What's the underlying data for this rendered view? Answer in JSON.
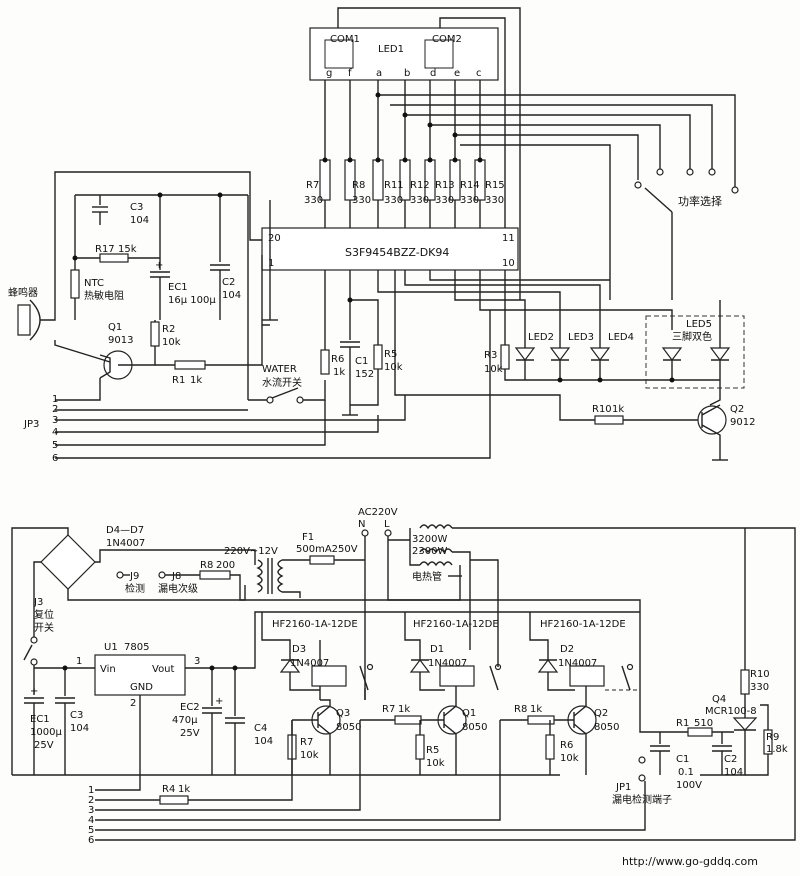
{
  "top_circuit": {
    "ic": {
      "name": "S3F9454BZZ-DK94",
      "pin20": "20",
      "pin11": "11",
      "pin1": "1",
      "pin10": "10"
    },
    "led1": {
      "name": "LED1",
      "com1": "COM1",
      "com2": "COM2",
      "pins": [
        "g",
        "f",
        "a",
        "b",
        "d",
        "e",
        "c"
      ]
    },
    "resistors_top": [
      {
        "name": "R7",
        "value": "330"
      },
      {
        "name": "R8",
        "value": "330"
      },
      {
        "name": "R11",
        "value": "330"
      },
      {
        "name": "R12",
        "value": "330"
      },
      {
        "name": "R13",
        "value": "330"
      },
      {
        "name": "R14",
        "value": "330"
      },
      {
        "name": "R15",
        "value": "330"
      }
    ],
    "c3": {
      "name": "C3",
      "value": "104"
    },
    "r17": {
      "name": "R17",
      "value": "15k"
    },
    "ntc": {
      "name": "NTC",
      "desc": "热敏电阻"
    },
    "ec1": {
      "name": "EC1",
      "value": "16μ 100μ"
    },
    "c2": {
      "name": "C2",
      "value": "104"
    },
    "buzzer": "蜂鸣器",
    "q1": {
      "name": "Q1",
      "value": "9013"
    },
    "r2": {
      "name": "R2",
      "value": "10k"
    },
    "r1": {
      "name": "R1",
      "value": "1k"
    },
    "water": {
      "name": "WATER",
      "desc": "水流开关"
    },
    "r6": {
      "name": "R6",
      "value": "1k"
    },
    "c1": {
      "name": "C1",
      "value": "152"
    },
    "r5": {
      "name": "R5",
      "value": "10k"
    },
    "r3": {
      "name": "R3",
      "value": "10k"
    },
    "leds": [
      "LED2",
      "LED3",
      "LED4"
    ],
    "led5": {
      "name": "LED5",
      "desc": "三脚双色"
    },
    "power_select": "功率选择",
    "r10": {
      "name": "R10",
      "value": "1k"
    },
    "q2": {
      "name": "Q2",
      "value": "9012"
    },
    "jp3": {
      "name": "JP3",
      "pins": [
        "1",
        "2",
        "3",
        "4",
        "5",
        "6"
      ]
    }
  },
  "bottom_circuit": {
    "bridge": {
      "name": "D4—D7",
      "value": "1N4007"
    },
    "transformer": "220V~12V",
    "f1": {
      "name": "F1",
      "value": "500mA250V"
    },
    "ac": {
      "name": "AC220V",
      "n": "N",
      "l": "L"
    },
    "heater": {
      "p1": "3200W",
      "p2": "2300W",
      "name": "电热管"
    },
    "j9": {
      "name": "J9",
      "desc": "检测"
    },
    "j8": {
      "name": "J8",
      "desc": "漏电次级"
    },
    "r8top": {
      "name": "R8",
      "value": "200"
    },
    "j3": {
      "name": "J3",
      "desc1": "复位",
      "desc2": "开关"
    },
    "u1": {
      "name": "U1",
      "value": "7805",
      "vin": "Vin",
      "vout": "Vout",
      "gnd": "GND",
      "p1": "1",
      "p2": "2",
      "p3": "3"
    },
    "ec1": {
      "name": "EC1",
      "value": "1000μ",
      "volt": "25V"
    },
    "c3": {
      "name": "C3",
      "value": "104"
    },
    "ec2": {
      "name": "EC2",
      "value": "470μ",
      "volt": "25V"
    },
    "c4": {
      "name": "C4",
      "value": "104"
    },
    "relays": [
      "HF2160-1A-12DE",
      "HF2160-1A-12DE",
      "HF2160-1A-12DE"
    ],
    "d3": {
      "name": "D3",
      "value": "1N4007"
    },
    "d1": {
      "name": "D1",
      "value": "1N4007"
    },
    "d2": {
      "name": "D2",
      "value": "1N4007"
    },
    "q3": {
      "name": "Q3",
      "value": "8050"
    },
    "q1": {
      "name": "Q1",
      "value": "8050"
    },
    "q2": {
      "name": "Q2",
      "value": "8050"
    },
    "r7": {
      "name": "R7",
      "value": "10k"
    },
    "r7b": {
      "name": "R7",
      "value": "1k"
    },
    "r5": {
      "name": "R5",
      "value": "10k"
    },
    "r8": {
      "name": "R8",
      "value": "1k"
    },
    "r6": {
      "name": "R6",
      "value": "10k"
    },
    "r4": {
      "name": "R4",
      "value": "1k"
    },
    "r10": {
      "name": "R10",
      "value": "330"
    },
    "q4": {
      "name": "Q4",
      "value": "MCR100-8"
    },
    "r1": {
      "name": "R1",
      "value": "510"
    },
    "c1": {
      "name": "C1",
      "value": "0.1",
      "volt": "100V"
    },
    "c2": {
      "name": "C2",
      "value": "104"
    },
    "r9": {
      "name": "R9",
      "value": "1.8k"
    },
    "jp1": {
      "name": "JP1",
      "desc": "漏电检测端子"
    },
    "jp_pins": [
      "1",
      "2",
      "3",
      "4",
      "5",
      "6"
    ]
  },
  "watermark": "http://www.go-gddq.com"
}
